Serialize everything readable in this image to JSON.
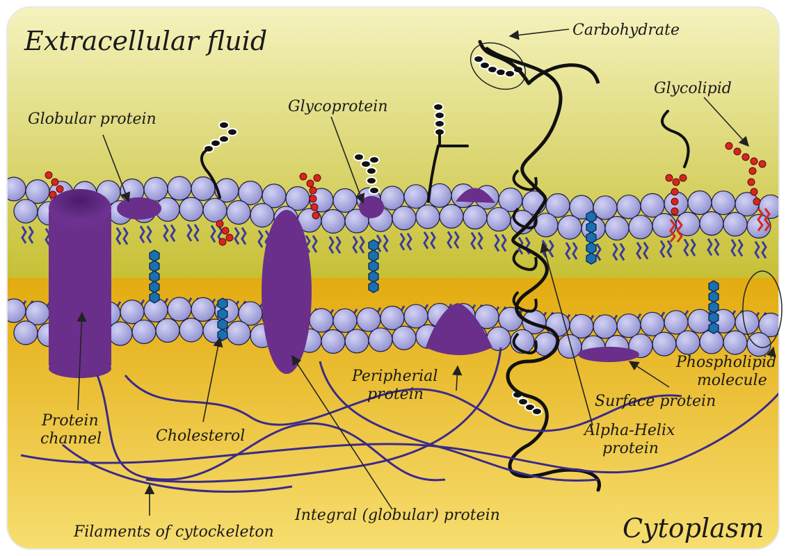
{
  "regions": {
    "top": "Extracellular fluid",
    "bottom": "Cytoplasm"
  },
  "labels": {
    "carbohydrate": "Carbohydrate",
    "glycolipid": "Glycolipid",
    "globular_protein": "Globular  protein",
    "glycoprotein": "Glycoprotein",
    "protein_channel_1": "Protein",
    "protein_channel_2": "channel",
    "cholesterol": "Cholesterol",
    "peripheral_1": "Peripherial",
    "peripheral_2": "protein",
    "surface_protein": "Surface protein",
    "phospholipid_1": "Phospholipid",
    "phospholipid_2": "molecule",
    "alpha_helix_1": "Alpha-Helix",
    "alpha_helix_2": "protein",
    "integral_protein": "Integral  (globular) protein",
    "filaments": "Filaments of cytockeleton"
  },
  "colors": {
    "extracellular_top": "#f2efae",
    "extracellular_bottom": "#c9c23a",
    "cytoplasm_top": "#e6b21a",
    "cytoplasm_bottom": "#f6dc6a",
    "head": "#a9a9e0",
    "head_stroke": "#1b1b3a",
    "tail": "#3b3b9a",
    "protein": "#6a2f8a",
    "cholesterol": "#1a6fb0",
    "glyco_red": "#d8261f",
    "filament": "#3b2a8a",
    "helix": "#111111"
  }
}
